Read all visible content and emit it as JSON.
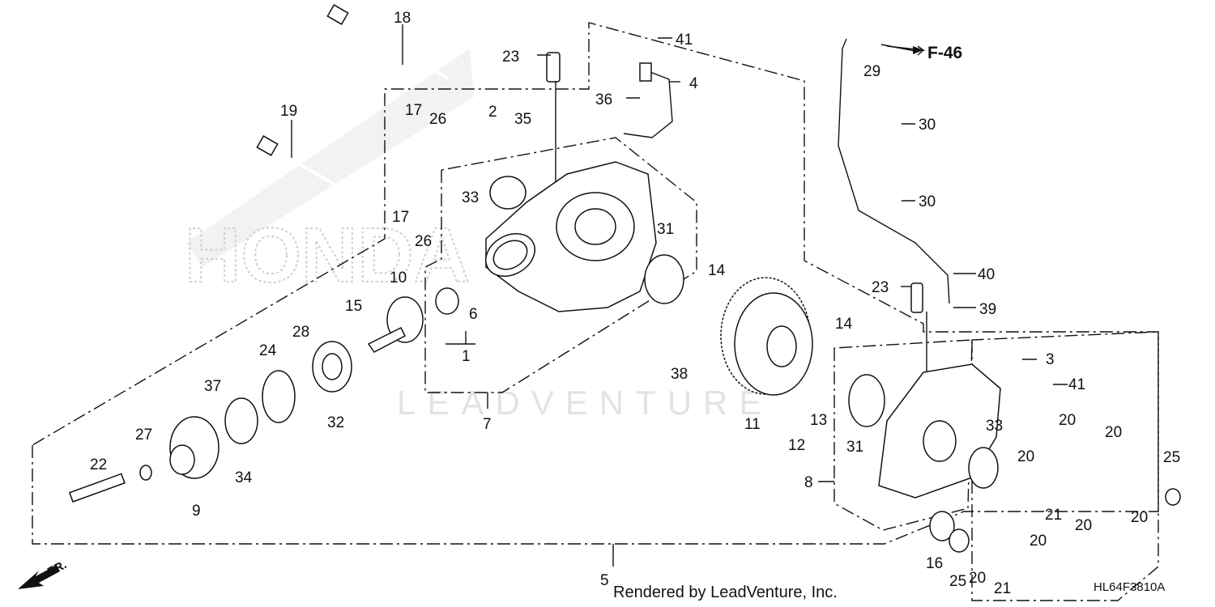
{
  "diagram": {
    "watermark": "LEADVENTURE",
    "brand_watermark": "HONDA",
    "credit": "Rendered by LeadVenture, Inc.",
    "drawing_code": "HL64F3810A",
    "reference": "F-46",
    "front_label": "FR.",
    "parts": [
      "1",
      "2",
      "3",
      "4",
      "5",
      "6",
      "7",
      "8",
      "9",
      "10",
      "11",
      "12",
      "13",
      "14",
      "14",
      "15",
      "16",
      "17",
      "17",
      "18",
      "19",
      "20",
      "20",
      "20",
      "20",
      "20",
      "20",
      "20",
      "21",
      "21",
      "22",
      "23",
      "23",
      "24",
      "25",
      "25",
      "26",
      "26",
      "27",
      "28",
      "29",
      "30",
      "30",
      "31",
      "31",
      "32",
      "33",
      "33",
      "34",
      "35",
      "36",
      "37",
      "38",
      "39",
      "40",
      "41",
      "41"
    ]
  }
}
